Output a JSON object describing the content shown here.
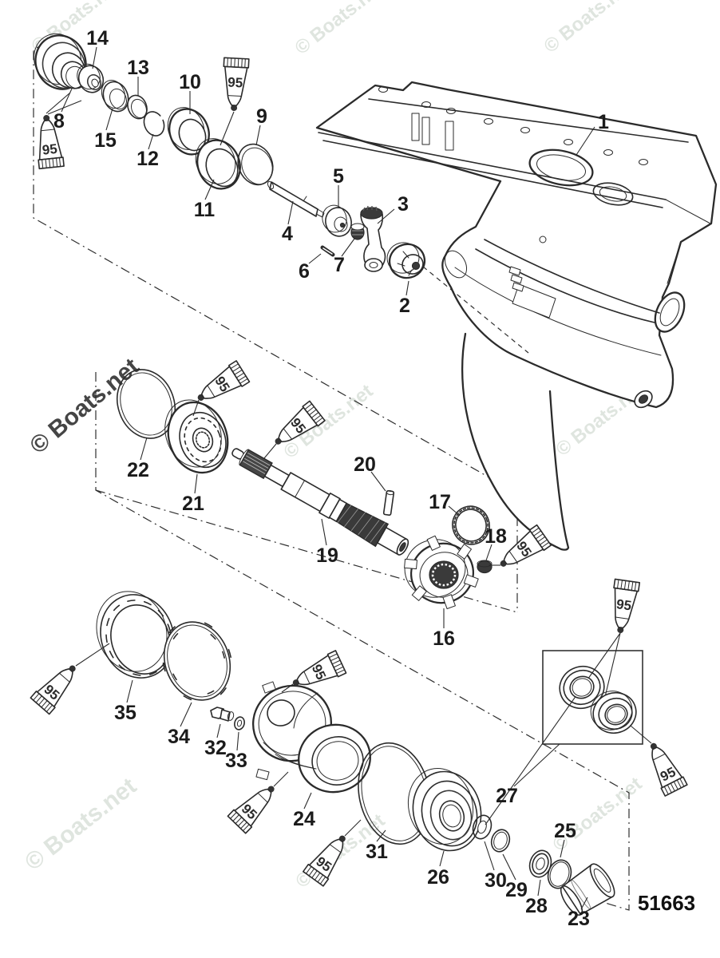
{
  "diagram": {
    "watermark": "© Boats.net",
    "diagram_number": "51663",
    "lubricant_label": "95"
  },
  "callouts": {
    "c1": "1",
    "c2": "2",
    "c3": "3",
    "c4": "4",
    "c5": "5",
    "c6": "6",
    "c7": "7",
    "c8": "8",
    "c9": "9",
    "c10": "10",
    "c11": "11",
    "c12": "12",
    "c13": "13",
    "c14": "14",
    "c15": "15",
    "c16": "16",
    "c17": "17",
    "c18": "18",
    "c19": "19",
    "c20": "20",
    "c21": "21",
    "c22": "22",
    "c23": "23",
    "c24": "24",
    "c25": "25",
    "c26": "26",
    "c27": "27",
    "c28": "28",
    "c29": "29",
    "c30": "30",
    "c31": "31",
    "c32": "32",
    "c33": "33",
    "c34": "34",
    "c35": "35"
  }
}
